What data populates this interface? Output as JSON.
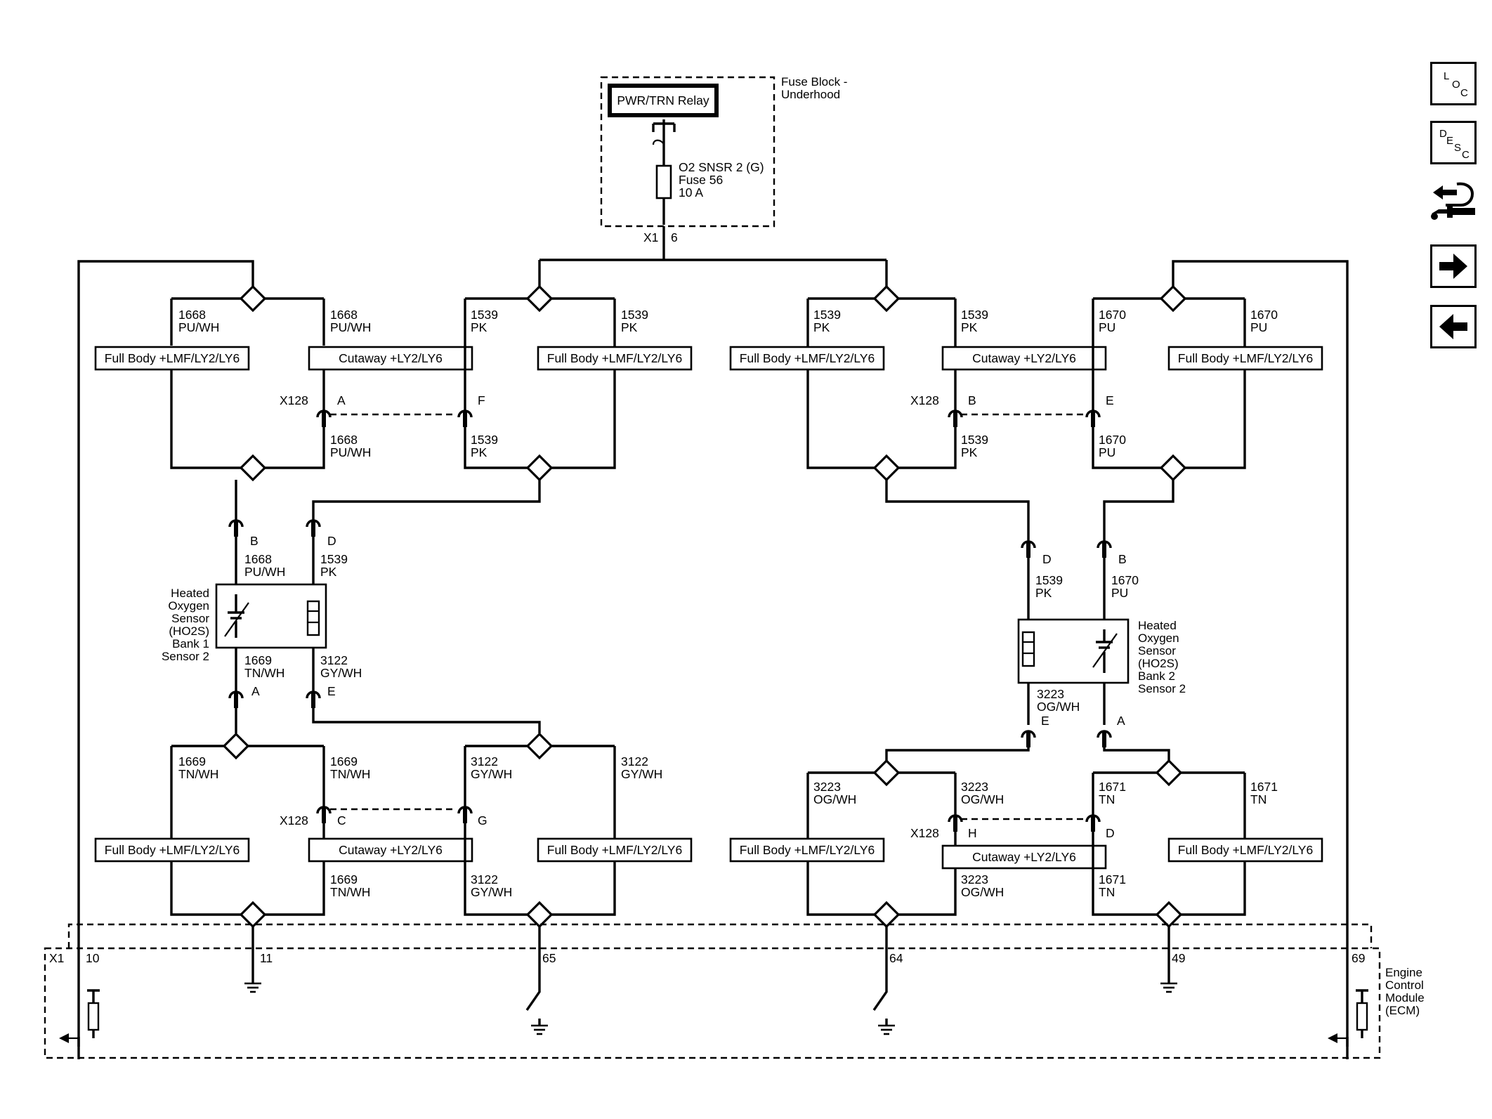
{
  "fuse_block": {
    "title_line1": "Fuse Block -",
    "title_line2": "Underhood",
    "relay_label": "PWR/TRN Relay",
    "fuse_line1": "O2 SNSR 2 (G)",
    "fuse_line2": "Fuse 56",
    "fuse_line3": "10 A",
    "connector": "X1",
    "pin": "6"
  },
  "ecm": {
    "line1": "Engine",
    "line2": "Control",
    "line3": "Module",
    "line4": "(ECM)",
    "connector": "X1",
    "pins": [
      "10",
      "11",
      "65",
      "64",
      "49",
      "69"
    ]
  },
  "option_boxes": {
    "full_body": "Full Body +LMF/LY2/LY6",
    "cutaway": "Cutaway +LY2/LY6"
  },
  "inline_connector": "X128",
  "circuits": {
    "c1668": {
      "num": "1668",
      "color": "PU/WH"
    },
    "c1539": {
      "num": "1539",
      "color": "PK"
    },
    "c1670": {
      "num": "1670",
      "color": "PU"
    },
    "c1669": {
      "num": "1669",
      "color": "TN/WH"
    },
    "c3122": {
      "num": "3122",
      "color": "GY/WH"
    },
    "c3223": {
      "num": "3223",
      "color": "OG/WH"
    },
    "c1671": {
      "num": "1671",
      "color": "TN"
    }
  },
  "pin_letters": {
    "a": "A",
    "b": "B",
    "c": "C",
    "d": "D",
    "e": "E",
    "f": "F",
    "g": "G",
    "h": "H"
  },
  "sensor_bank1": {
    "line1": "Heated",
    "line2": "Oxygen",
    "line3": "Sensor",
    "line4": "(HO2S)",
    "line5": "Bank 1",
    "line6": "Sensor 2"
  },
  "sensor_bank2": {
    "line1": "Heated",
    "line2": "Oxygen",
    "line3": "Sensor",
    "line4": "(HO2S)",
    "line5": "Bank 2",
    "line6": "Sensor 2"
  },
  "nav_buttons": {
    "location": {
      "l1": "L",
      "l2": "O",
      "l3": "C"
    },
    "description": {
      "l1": "D",
      "l2": "E",
      "l3": "S",
      "l4": "C"
    },
    "icons": [
      "loc-icon",
      "desc-icon",
      "connector-service-icon",
      "next-arrow-icon",
      "previous-arrow-icon"
    ]
  },
  "colors": {
    "ink": "#000000",
    "paper": "#ffffff"
  }
}
